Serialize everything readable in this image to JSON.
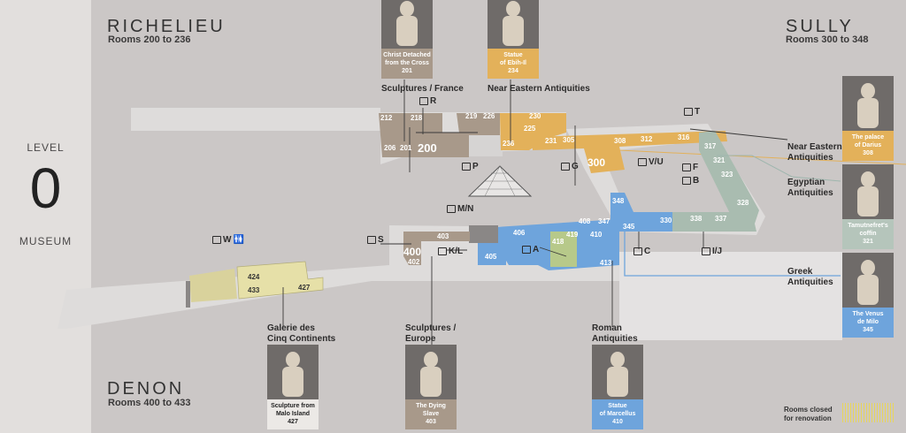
{
  "level": {
    "top": "LEVEL",
    "number": "0",
    "bottom": "MUSEUM"
  },
  "wings": {
    "richelieu": {
      "name": "RICHELIEU",
      "rooms": "Rooms 200 to 236"
    },
    "sully": {
      "name": "SULLY",
      "rooms": "Rooms 300 to 348"
    },
    "denon": {
      "name": "DENON",
      "rooms": "Rooms 400 to 433"
    }
  },
  "collections": {
    "sculptures_france": "Sculptures / France",
    "near_eastern_top": "Near Eastern Antiquities",
    "near_eastern_right": [
      "Near Eastern",
      "Antiquities"
    ],
    "egyptian": [
      "Egyptian",
      "Antiquities"
    ],
    "greek": [
      "Greek",
      "Antiquities"
    ],
    "cinq_continents": [
      "Galerie des",
      "Cinq Continents"
    ],
    "sculptures_europe": [
      "Sculptures /",
      "Europe"
    ],
    "roman": [
      "Roman",
      "Antiquities"
    ]
  },
  "artworks": [
    {
      "title": [
        "Christ Detached",
        "from the Cross"
      ],
      "room": "201",
      "color": "#a8998a"
    },
    {
      "title": [
        "Statue",
        "of Ebih-Il"
      ],
      "room": "234",
      "color": "#e3b15a"
    },
    {
      "title": [
        "The palace",
        "of Darius"
      ],
      "room": "308",
      "color": "#e3b15a"
    },
    {
      "title": [
        "Tamutnefret's",
        "coffin"
      ],
      "room": "321",
      "color": "#b5c5bb"
    },
    {
      "title": [
        "The Venus",
        "de Milo"
      ],
      "room": "345",
      "color": "#6ea4dc"
    },
    {
      "title": [
        "Sculpture from",
        "Malo Island"
      ],
      "room": "427",
      "color": "#ece9e6"
    },
    {
      "title": [
        "The Dying",
        "Slave"
      ],
      "room": "403",
      "color": "#a8998a"
    },
    {
      "title": [
        "Statue",
        "of Marcellus"
      ],
      "room": "410",
      "color": "#6ea4dc"
    }
  ],
  "rooms": {
    "r212": "212",
    "r218": "218",
    "r206": "206",
    "r201": "201",
    "r200": "200",
    "r219": "219",
    "r226": "226",
    "r230": "230",
    "r225": "225",
    "r236": "236",
    "r231": "231",
    "r305": "305",
    "r300": "300",
    "r308": "308",
    "r312": "312",
    "r316": "316",
    "r317": "317",
    "r321": "321",
    "r323": "323",
    "r328": "328",
    "r337": "337",
    "r338": "338",
    "r330": "330",
    "r345": "345",
    "r348": "348",
    "r347": "347",
    "r400": "400",
    "r402": "402",
    "r403": "403",
    "r406": "406",
    "r405": "405",
    "r408": "408",
    "r418": "418",
    "r419": "419",
    "r410": "410",
    "r413": "413",
    "r424": "424",
    "r433": "433",
    "r427": "427"
  },
  "access_points": [
    "R",
    "P",
    "G",
    "V/U",
    "T",
    "F",
    "B",
    "C",
    "I/J",
    "A",
    "K/L",
    "M/N",
    "S",
    "W"
  ],
  "legend": {
    "closed": [
      "Rooms closed",
      "for renovation"
    ]
  },
  "colors": {
    "richelieu": "#a8998a",
    "near_eastern": "#e3b15a",
    "egyptian": "#a9bcb0",
    "greek_roman": "#6ea4dc",
    "denon_sculpture": "#a8998a",
    "cinq": "#d9d29c"
  }
}
